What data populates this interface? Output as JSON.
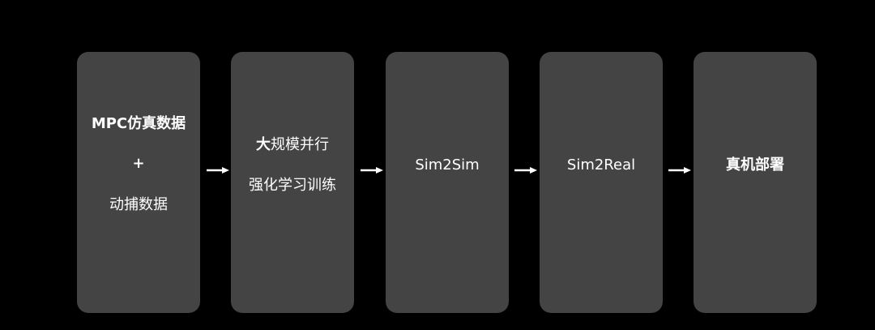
{
  "colors": {
    "background": "#000000",
    "box_fill": "#444444",
    "text": "#ffffff",
    "arrow": "#ffffff"
  },
  "steps": [
    {
      "lines": [
        "MPC仿真数据",
        "+",
        "动捕数据"
      ]
    },
    {
      "line1_bold": "大",
      "line1_rest": "规模并行",
      "line2": "强化学习训练"
    },
    {
      "label": "Sim2Sim"
    },
    {
      "label": "Sim2Real"
    },
    {
      "label": "真机部署"
    }
  ],
  "arrows": [
    {
      "icon": "arrow-right-icon"
    },
    {
      "icon": "arrow-right-icon"
    },
    {
      "icon": "arrow-right-icon"
    },
    {
      "icon": "arrow-right-icon"
    }
  ]
}
